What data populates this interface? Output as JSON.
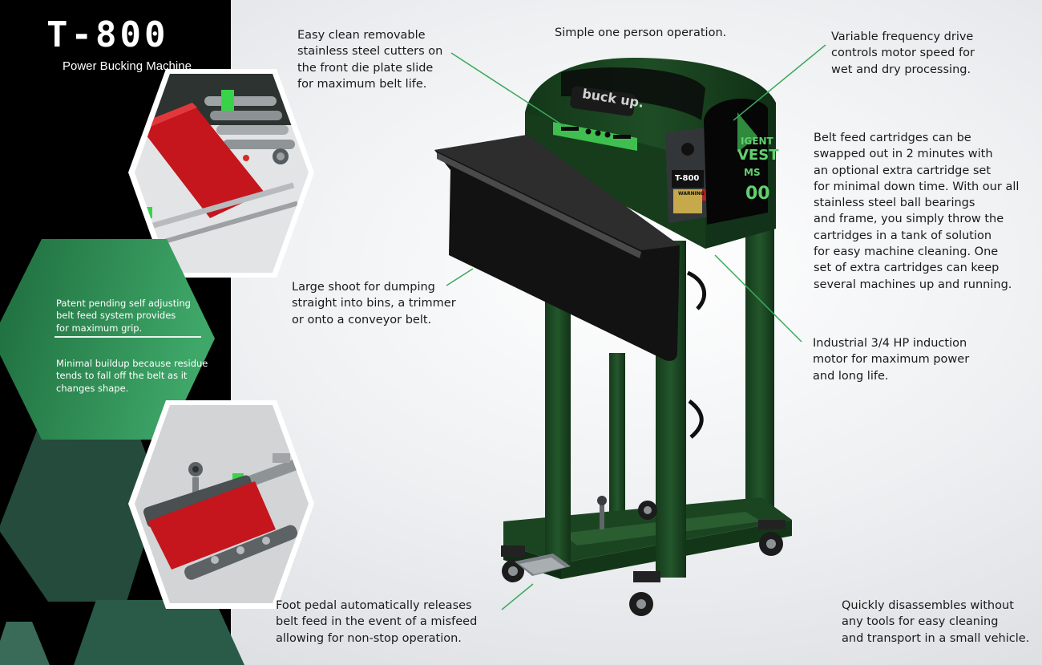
{
  "header": {
    "title": "T-800",
    "subtitle": "Power Bucking Machine"
  },
  "colors": {
    "accent_green": "#35a35a",
    "hex_green": "#27854a",
    "hex_dark": "#244b3c",
    "machine_green": "#17401f",
    "belt_red": "#c4161c",
    "background": "#eceef0",
    "left_band": "#000000"
  },
  "machine": {
    "brand_sticker": "buck up.",
    "panel_label": "T-800",
    "warning_label": "WARNING",
    "side_logo_lines": [
      "IGENT",
      "VEST",
      "MS",
      "00"
    ]
  },
  "annotations": {
    "cutters": "Easy clean removable\nstainless steel cutters on\nthe front die plate slide\nfor maximum belt life.",
    "one_person": "Simple one person operation.",
    "vfd": "Variable frequency drive\ncontrols motor speed for\nwet and dry processing.",
    "cartridges": "Belt feed cartridges can be\nswapped out in 2 minutes with\nan optional extra cartridge set\nfor minimal down time. With our all\nstainless steel ball bearings\nand frame, you simply throw the\ncartridges in a tank of solution\nfor easy machine cleaning. One\nset of extra cartridges can keep\nseveral machines up and running.",
    "chute": "Large shoot for dumping\nstraight into bins, a trimmer\nor onto a conveyor belt.",
    "motor": "Industrial 3/4 HP induction\nmotor for maximum power\nand long life.",
    "pedal": "Foot pedal automatically releases\nbelt feed in the event of a misfeed\nallowing for non-stop operation.",
    "disassemble": "Quickly disassembles without\nany tools for easy cleaning\nand transport in a small vehicle."
  },
  "hex_panel": {
    "feature_1": "Patent pending self adjusting\nbelt feed system provides\nfor maximum grip.",
    "feature_2": "Minimal buildup because residue\ntends to fall off the belt as it\nchanges shape."
  }
}
